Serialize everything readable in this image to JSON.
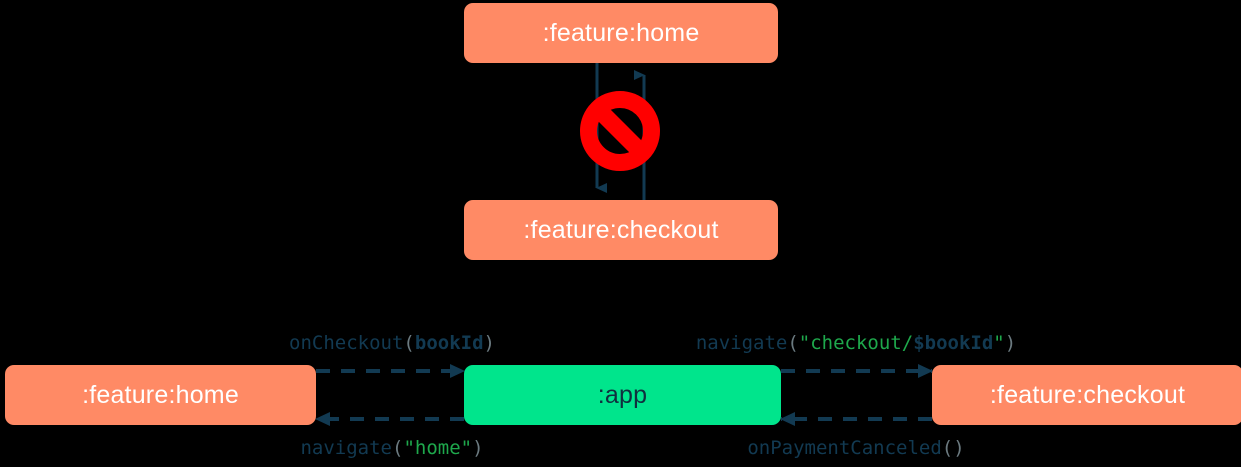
{
  "diagram": {
    "title": "module-navigation-dependency-diagram",
    "colors": {
      "background": "#000000",
      "module_orange": "#FF8A65",
      "app_green": "#00E58C",
      "arrow_navy": "#123A52",
      "forbidden_red": "#FF0000",
      "string_green": "#1EA84C",
      "punct_gray": "#6B7A80",
      "label_navy": "#123A52"
    },
    "top_section": {
      "nodes": [
        {
          "id": "home",
          "label": ":feature:home"
        },
        {
          "id": "checkout",
          "label": ":feature:checkout"
        }
      ],
      "badge": {
        "name": "forbidden-sign",
        "meaning": "not allowed"
      },
      "edges": [
        {
          "from": "home",
          "to": "checkout",
          "style": "solid",
          "direction": "down"
        },
        {
          "from": "checkout",
          "to": "home",
          "style": "solid",
          "direction": "up"
        }
      ]
    },
    "bottom_section": {
      "nodes": [
        {
          "id": "home",
          "label": ":feature:home"
        },
        {
          "id": "app",
          "label": ":app"
        },
        {
          "id": "checkout",
          "label": ":feature:checkout"
        }
      ],
      "edges": [
        {
          "id": "home-to-app",
          "style": "dashed",
          "direction": "right",
          "label_tokens": [
            {
              "text": "onCheckout",
              "kind": "fn"
            },
            {
              "text": "(",
              "kind": "punct"
            },
            {
              "text": "bookId",
              "kind": "var"
            },
            {
              "text": ")",
              "kind": "punct"
            }
          ],
          "label_plain": "onCheckout(bookId)"
        },
        {
          "id": "app-to-checkout",
          "style": "dashed",
          "direction": "right",
          "label_tokens": [
            {
              "text": "navigate",
              "kind": "fn"
            },
            {
              "text": "(",
              "kind": "punct"
            },
            {
              "text": "\"checkout/",
              "kind": "str"
            },
            {
              "text": "$bookId",
              "kind": "var"
            },
            {
              "text": "\"",
              "kind": "str"
            },
            {
              "text": ")",
              "kind": "punct"
            }
          ],
          "label_plain": "navigate(\"checkout/$bookId\")"
        },
        {
          "id": "app-to-home",
          "style": "dashed",
          "direction": "left",
          "label_tokens": [
            {
              "text": "navigate",
              "kind": "fn"
            },
            {
              "text": "(",
              "kind": "punct"
            },
            {
              "text": "\"home\"",
              "kind": "str"
            },
            {
              "text": ")",
              "kind": "punct"
            }
          ],
          "label_plain": "navigate(\"home\")"
        },
        {
          "id": "checkout-to-app",
          "style": "dashed",
          "direction": "left",
          "label_tokens": [
            {
              "text": "onPaymentCanceled",
              "kind": "fn"
            },
            {
              "text": "()",
              "kind": "punct"
            }
          ],
          "label_plain": "onPaymentCanceled()"
        }
      ]
    }
  }
}
